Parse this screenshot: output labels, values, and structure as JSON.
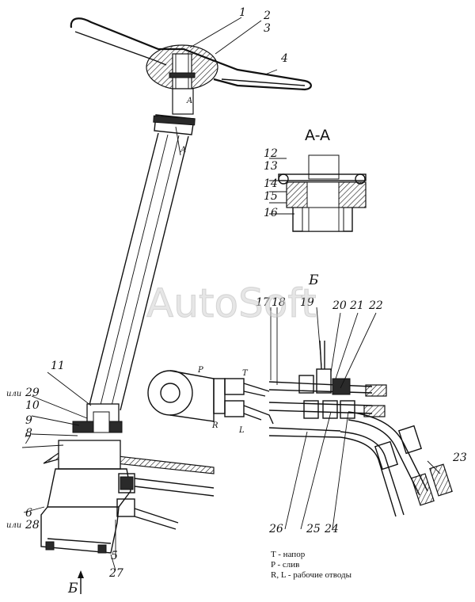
{
  "section_view_label": "A-A",
  "view_b_label_top": "Б",
  "view_b_label_bottom": "Б",
  "watermark": "AutoSoft",
  "callouts": {
    "c1": "1",
    "c2": "2",
    "c3": "3",
    "c4": "4",
    "c5": "5",
    "c6": "6",
    "c7": "7",
    "c8": "8",
    "c9": "9",
    "c10": "10",
    "c11": "11",
    "c12": "12",
    "c13": "13",
    "c14": "14",
    "c15": "15",
    "c16": "16",
    "c17": "17",
    "c18": "18",
    "c19": "19",
    "c20": "20",
    "c21": "21",
    "c22": "22",
    "c23": "23",
    "c24": "24",
    "c25": "25",
    "c26": "26",
    "c27": "27",
    "c28": "28",
    "c29": "29",
    "or_text": "или",
    "section_a": "A",
    "port_p": "P",
    "port_t": "T",
    "port_r": "R",
    "port_l": "L"
  },
  "legend": [
    "T - напор",
    "P - слив",
    "R, L - рабочие отводы"
  ]
}
